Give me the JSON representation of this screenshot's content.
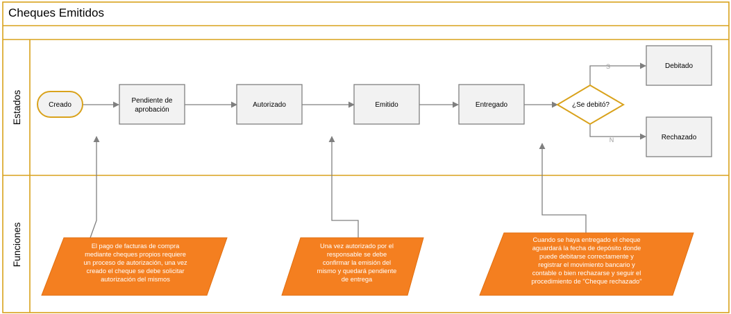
{
  "title": "Cheques Emitidos",
  "lanes": {
    "estados": "Estados",
    "funciones": "Funciones"
  },
  "nodes": {
    "creado": "Creado",
    "pendiente": [
      "Pendiente de",
      "aprobación"
    ],
    "autorizado": "Autorizado",
    "emitido": "Emitido",
    "entregado": "Entregado",
    "decision": "¿Se debitó?",
    "debitado": "Debitado",
    "rechazado": "Rechazado"
  },
  "branches": {
    "yes": "S",
    "no": "N"
  },
  "notes": {
    "note1": [
      "El pago de facturas de compra",
      "mediante cheques propios requiere",
      "un proceso de autorización, una vez",
      "creado el cheque se debe solicitar",
      "autorización del mismos"
    ],
    "note2": [
      "Una vez autorizado por el",
      "responsable se debe",
      "confirmar la emisión del",
      "mismo y quedará pendiente",
      "de entrega"
    ],
    "note3": [
      "Cuando se haya entregado el cheque",
      "aguardará la fecha de depósito donde",
      "puede debitarse correctamente y",
      "registrar el movimiento bancario y",
      "contable o bien rechazarse y seguir el",
      "procedimiento de \"Cheque rechazado\""
    ]
  },
  "colors": {
    "border": "#d9a21b",
    "process_fill": "#f2f2f2",
    "process_stroke": "#7f7f7f",
    "note_fill": "#f47f20",
    "connector": "#7f7f7f",
    "branch_label": "#9a9a9a"
  }
}
